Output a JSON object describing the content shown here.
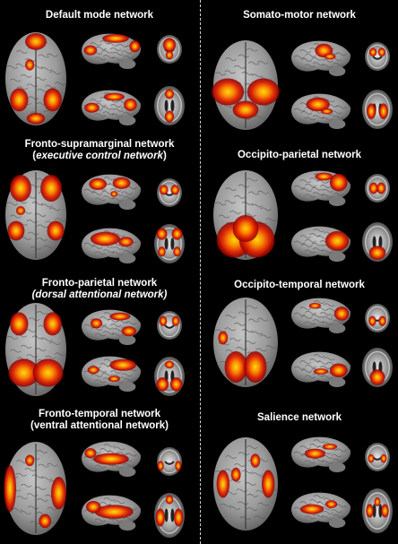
{
  "colors": {
    "background": "#000000",
    "brain": "#9a9a9a",
    "activation_low": "#8a0000",
    "activation_mid": "#e02000",
    "activation_high": "#ffd800",
    "divider": "#cfcfcf"
  },
  "networks": [
    {
      "key": "dmn",
      "title": "Default  mode network",
      "subtitle": "",
      "italic_subtitle": false
    },
    {
      "key": "fsm",
      "title": "Fronto-supramarginal  network",
      "subtitle_prefix": "(",
      "subtitle": "executive control network",
      "subtitle_suffix": ")",
      "italic_subtitle": true
    },
    {
      "key": "fp",
      "title": "Fronto-parietal  network",
      "subtitle": "(dorsal attentional network)",
      "italic_subtitle": true
    },
    {
      "key": "ft",
      "title": "Fronto-temporal  network",
      "subtitle": "(ventral attentional network)",
      "italic_subtitle": false
    },
    {
      "key": "sm",
      "title": "Somato-motor  network",
      "subtitle": "",
      "italic_subtitle": false
    },
    {
      "key": "op",
      "title": "Occipito-parietal  network",
      "subtitle": "",
      "italic_subtitle": false
    },
    {
      "key": "ot",
      "title": "Occipito-temporal  network",
      "subtitle": "",
      "italic_subtitle": false
    },
    {
      "key": "sal",
      "title": "Salience network",
      "subtitle": "",
      "italic_subtitle": false
    }
  ]
}
